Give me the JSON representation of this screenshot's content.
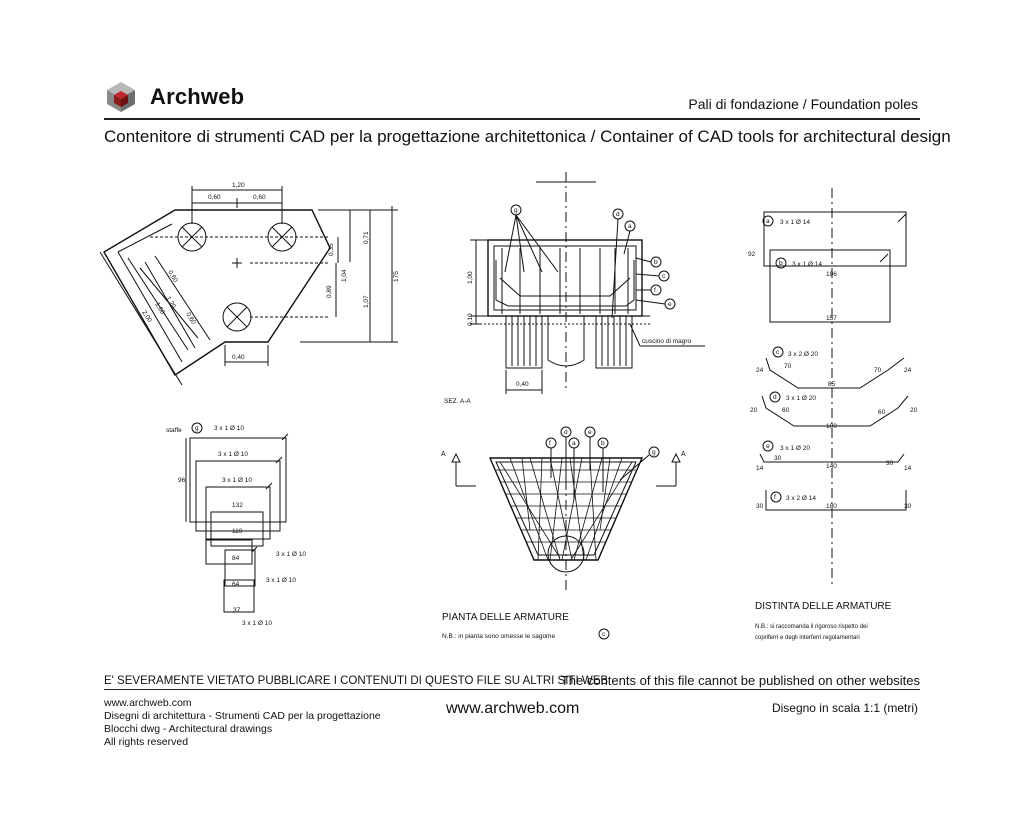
{
  "header": {
    "brand": "Archweb",
    "subject": "Pali di fondazione  /  Foundation poles",
    "tagline": "Contenitore di strumenti CAD per la progettazione architettonica  /  Container of CAD tools for architectural design"
  },
  "plan_dims": {
    "top_total": "1,20",
    "top_left": "0,60",
    "top_right": "0,60",
    "right_a": "0,71",
    "right_b": "0,35",
    "right_c": "1,04",
    "right_d": "0,89",
    "right_e": "1,07",
    "right_total": "175",
    "diag_a": "0,60",
    "diag_b": "1,20",
    "diag_c": "1,60",
    "diag_d": "0,60",
    "diag_e": "2,00",
    "bottom": "0,40"
  },
  "section": {
    "letters": [
      "g",
      "d",
      "a",
      "b",
      "c",
      "f",
      "e"
    ],
    "dim_height": "1,00",
    "dim_base": "0,10",
    "dim_pile": "0,40",
    "label": "SEZ. A-A",
    "cuscino": "cuscino di magro"
  },
  "stirrups": {
    "staffe_label": "staffe",
    "letter": "g",
    "bar_labels": [
      "3 x 1 Ø 10",
      "3 x 1 Ø 10",
      "3 x 1 Ø 10",
      "3 x 1 Ø 10",
      "3 x 1 Ø 10",
      "3 x 1 Ø 10"
    ],
    "side": "96",
    "widths": [
      "132",
      "110",
      "84",
      "64",
      "37"
    ]
  },
  "armature_plan": {
    "title": "PIANTA DELLE ARMATURE",
    "note": "N.B.: in pianta sono omesse le sagome",
    "note_letter": "c",
    "section_mark": "A",
    "letters": [
      "d",
      "e",
      "f",
      "a",
      "b",
      "g"
    ]
  },
  "bar_schedule": {
    "title": "DISTINTA DELLE ARMATURE",
    "note_1": "N.B.: si raccomanda il rigoroso rispetto dei",
    "note_2": "copriferri e degli interferri regolamentari",
    "bars": [
      {
        "letter": "a",
        "spec": "3 x 1 Ø 14",
        "dims": [
          "92",
          "196"
        ]
      },
      {
        "letter": "b",
        "spec": "3 x 1 Ø 14",
        "dims": [
          "157"
        ]
      },
      {
        "letter": "c",
        "spec": "3 x 2 Ø 20",
        "dims": [
          "24",
          "70",
          "85",
          "70",
          "24"
        ]
      },
      {
        "letter": "d",
        "spec": "3 x 1 Ø 20",
        "dims": [
          "20",
          "60",
          "100",
          "60",
          "20"
        ]
      },
      {
        "letter": "e",
        "spec": "3 x 1 Ø 20",
        "dims": [
          "14",
          "30",
          "140",
          "30",
          "14"
        ]
      },
      {
        "letter": "f",
        "spec": "3 x 2 Ø 14",
        "dims": [
          "30",
          "180",
          "30"
        ]
      }
    ]
  },
  "footer": {
    "warning_it": "E' SEVERAMENTE VIETATO PUBBLICARE I CONTENUTI DI QUESTO FILE SU ALTRI SITI WEB",
    "warning_en": "The contents of this file cannot be published on other websites",
    "left_lines": [
      "www.archweb.com",
      "Disegni di architettura - Strumenti CAD  per la progettazione",
      "Blocchi dwg - Architectural drawings",
      "All rights reserved"
    ],
    "url": "www.archweb.com",
    "scale": "Disegno in scala 1:1 (metri)"
  },
  "colors": {
    "logo_red": "#8b1a1a",
    "logo_grey": "#9a9a9a",
    "ink": "#111111"
  }
}
